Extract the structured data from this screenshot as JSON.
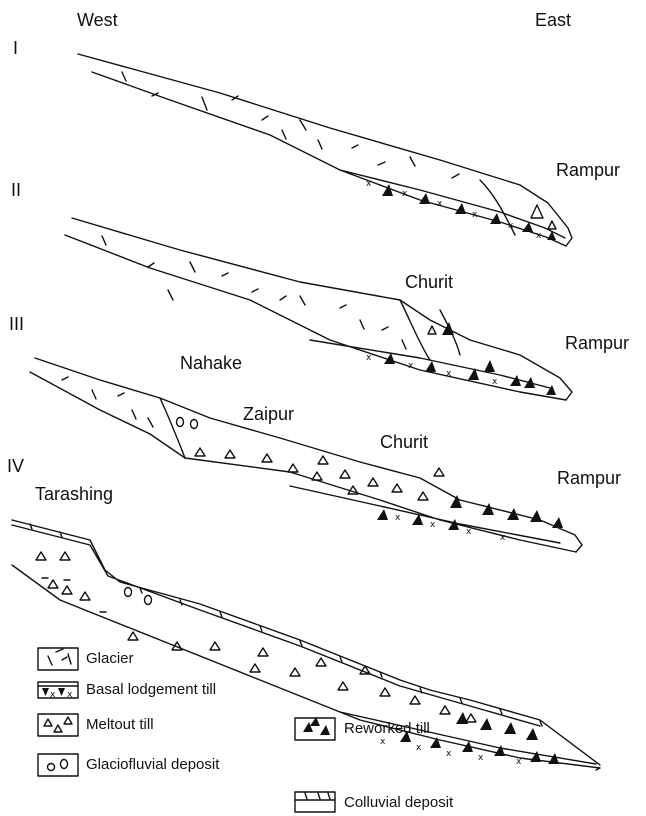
{
  "directions": {
    "west": "West",
    "east": "East"
  },
  "stages": [
    "I",
    "II",
    "III",
    "IV"
  ],
  "places": {
    "rampur_1": "Rampur",
    "churit_2": "Churit",
    "rampur_2": "Rampur",
    "nahake": "Nahake",
    "zaipur": "Zaipur",
    "churit_3": "Churit",
    "tarashing": "Tarashing",
    "rampur_4": "Rampur"
  },
  "legend": [
    {
      "key": "glacier",
      "label": "Glacier"
    },
    {
      "key": "basal",
      "label": "Basal lodgement till"
    },
    {
      "key": "meltout",
      "label": "Meltout till"
    },
    {
      "key": "glaciofluvial",
      "label": "Glaciofluvial deposit"
    },
    {
      "key": "reworked",
      "label": "Reworked till"
    },
    {
      "key": "colluvial",
      "label": "Colluvial deposit"
    }
  ]
}
